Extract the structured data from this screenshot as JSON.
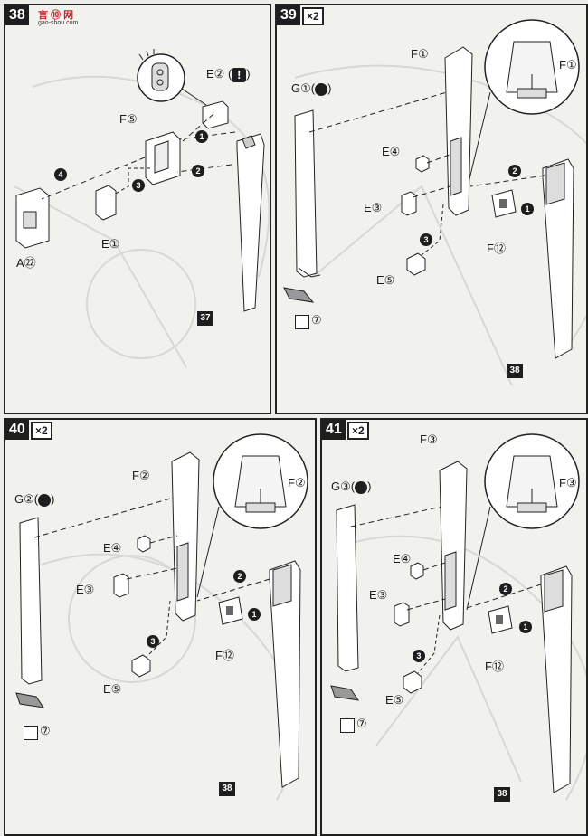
{
  "watermark": {
    "brand": "言 ⑩ 网",
    "url": "gao-shou.com"
  },
  "step38": {
    "number": "38",
    "labels": {
      "e2": "E②",
      "f5": "F⑤",
      "e1": "E①",
      "a22": "A㉒"
    },
    "ref": "37",
    "bullets": [
      "1",
      "2",
      "3",
      "4"
    ],
    "warn": "!"
  },
  "step39": {
    "number": "39",
    "mult": "×2",
    "labels": {
      "g1": "G①(",
      "g1_close": ")",
      "f1": "F①",
      "f1_zoom": "F①",
      "e4": "E④",
      "e3": "E③",
      "e5": "E⑤",
      "f12": "F⑫",
      "sticker": "⑦"
    },
    "ref": "38",
    "bullets": [
      "1",
      "2",
      "3"
    ]
  },
  "step40": {
    "number": "40",
    "mult": "×2",
    "labels": {
      "g2": "G②(",
      "g2_close": ")",
      "f2": "F②",
      "f2_zoom": "F②",
      "e4": "E④",
      "e3": "E③",
      "e5": "E⑤",
      "f12": "F⑫",
      "sticker": "⑦"
    },
    "ref": "38",
    "bullets": [
      "1",
      "2",
      "3"
    ]
  },
  "step41": {
    "number": "41",
    "mult": "×2",
    "labels": {
      "g3": "G③(",
      "g3_close": ")",
      "f3": "F③",
      "f3_zoom": "F③",
      "e4": "E④",
      "e3": "E③",
      "e5": "E⑤",
      "f12": "F⑫",
      "sticker": "⑦"
    },
    "ref": "38",
    "bullets": [
      "1",
      "2",
      "3"
    ]
  }
}
